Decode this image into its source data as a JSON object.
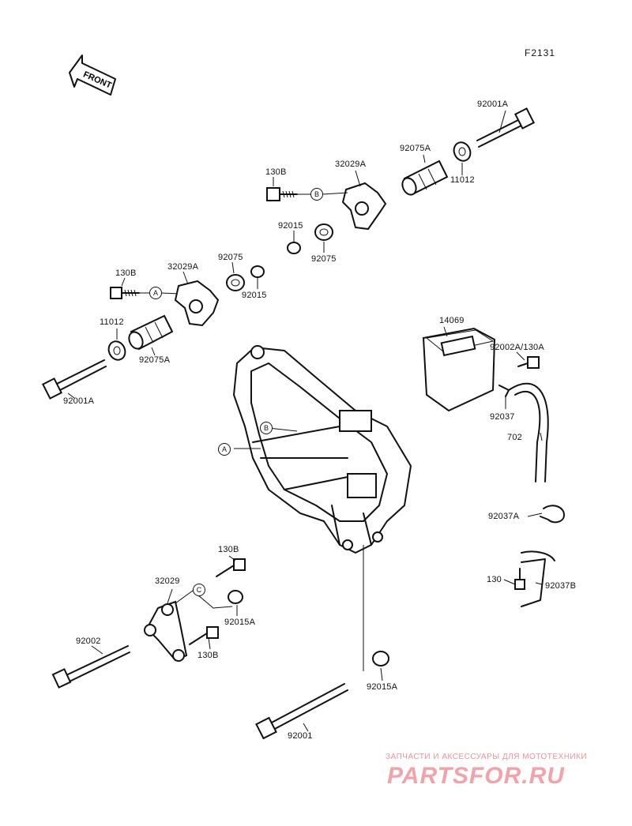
{
  "figure_code": "F2131",
  "front_label": "FRONT",
  "ref_letters": {
    "a": "A",
    "b": "B",
    "c": "C"
  },
  "labels": {
    "p92001A_top": "92001A",
    "p11012_top": "11012",
    "p92075A_top": "92075A",
    "p32029A_top": "32029A",
    "p130B_top": "130B",
    "p92015_top": "92015",
    "p92075_top": "92075",
    "p130B_mid": "130B",
    "p32029A_mid": "32029A",
    "p92075_mid": "92075",
    "p92015_mid": "92015",
    "p11012_mid": "11012",
    "p92075A_mid": "92075A",
    "p92001A_mid": "92001A",
    "p14069": "14069",
    "p92002A_130A": "92002A/130A",
    "p92037": "92037",
    "p702": "702",
    "p92037A": "92037A",
    "p130": "130",
    "p92037B": "92037B",
    "p130B_low1": "130B",
    "p32029": "32029",
    "p92015A_low": "92015A",
    "p92002": "92002",
    "p130B_low2": "130B",
    "p92015A_bottom": "92015A",
    "p92001": "92001"
  },
  "watermark": {
    "tagline": "ЗАПЧАСТИ И АКСЕССУАРЫ ДЛЯ МОТОТЕХНИКИ",
    "brand": "PARTSFOR.RU",
    "color": "#f2a3aa"
  }
}
